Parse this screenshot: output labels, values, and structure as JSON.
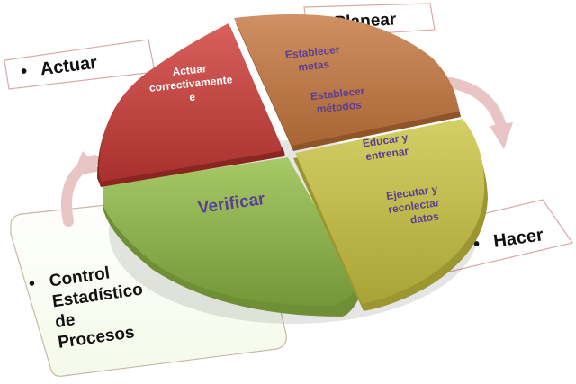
{
  "diagram": {
    "quadrants": {
      "actuar": {
        "name": "Actuar",
        "lines": [
          "Actuar",
          "correctivamente",
          "e"
        ],
        "color": "#c0423f"
      },
      "planear": {
        "name": "Planear",
        "lines_a": [
          "Establecer",
          "metas"
        ],
        "lines_b": [
          "Establecer",
          "métodos"
        ],
        "color": "#bb7a45"
      },
      "hacer": {
        "name": "Hacer",
        "lines_a": [
          "Educar y",
          "entrenar"
        ],
        "lines_b": [
          "Ejecutar y",
          "recolectar",
          "datos"
        ],
        "color": "#c3bd4c"
      },
      "verificar": {
        "name": "Verificar",
        "label": "Verificar",
        "color": "#8eb34a"
      }
    },
    "callouts": {
      "actuar": "Actuar",
      "planear": "Planear",
      "hacer": "Hacer",
      "control": [
        "Control",
        "Estadístico",
        "de",
        "Procesos"
      ]
    },
    "bullet": "•",
    "colors": {
      "inner_text_purple": "#5a3f93",
      "inner_text_white": "#ffffff",
      "arrow": "#e8c4c4",
      "callout_text": "#111111",
      "callout_border": "#d9a9a9"
    }
  }
}
